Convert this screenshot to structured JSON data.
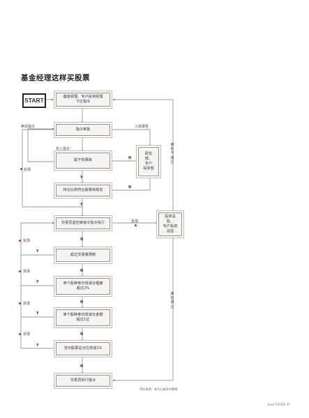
{
  "title": "基金经理这样买股票",
  "start_label": "START",
  "boxes": {
    "b1": "基金经理、专户投资经理\n下达指令",
    "b2": "指令审批",
    "b3": "属于权票库",
    "b4": "持仓比例符合股票库规定",
    "b5": "交易员监控审指令指令执行",
    "b6": "超过交易量限制",
    "b7": "单个股种单日增减仓幅度\n超过2%",
    "b8": "单个股种单日增减仓金额\n超过1亿",
    "b9": "当日股票总仓位增减1%",
    "b10": "交易员执行指令",
    "r1": "研究部、\n专户\n投资部",
    "r2": "投资总监、\n专户投资\n总监"
  },
  "labels": {
    "sell": "卖出指令",
    "buy": "买入指令",
    "inbound": "入库报告",
    "feedback": "反馈",
    "n": "N",
    "y": "Y",
    "audit_fail": "审批不通过",
    "audit_pass": "审批通过"
  },
  "source": "资料来源：本刊记者采访整理",
  "page_info": "June 1/2012   37"
}
